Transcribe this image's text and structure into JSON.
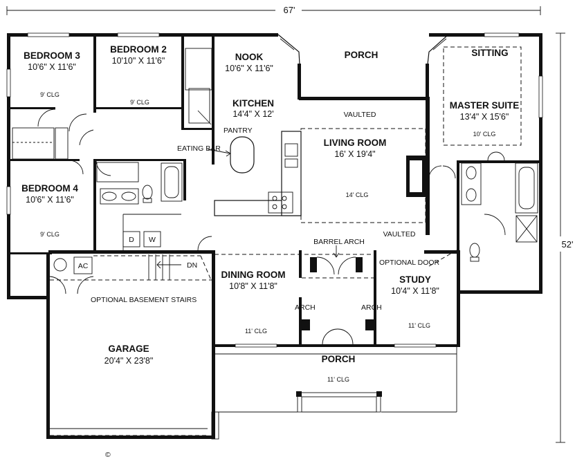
{
  "dimensions": {
    "width_label": "67'",
    "depth_label": "52'"
  },
  "rooms": [
    {
      "id": "bedroom-3",
      "name": "BEDROOM 3",
      "size": "10'6\" X 11'6\"",
      "ceiling": "9' CLG"
    },
    {
      "id": "bedroom-2",
      "name": "BEDROOM 2",
      "size": "10'10\" X 11'6\"",
      "ceiling": "9' CLG"
    },
    {
      "id": "nook",
      "name": "NOOK",
      "size": "10'6\" X 11'6\"",
      "ceiling": ""
    },
    {
      "id": "rear-porch",
      "name": "PORCH",
      "size": "",
      "ceiling": ""
    },
    {
      "id": "sitting",
      "name": "SITTING",
      "size": "",
      "ceiling": ""
    },
    {
      "id": "master-suite",
      "name": "MASTER SUITE",
      "size": "13'4\" X 15'6\"",
      "ceiling": "10' CLG"
    },
    {
      "id": "kitchen",
      "name": "KITCHEN",
      "size": "14'4\" X 12'",
      "ceiling": ""
    },
    {
      "id": "living-room",
      "name": "LIVING ROOM",
      "size": "16' X 19'4\"",
      "ceiling": "14' CLG"
    },
    {
      "id": "bedroom-4",
      "name": "BEDROOM 4",
      "size": "10'6\" X 11'6\"",
      "ceiling": "9' CLG"
    },
    {
      "id": "dining-room",
      "name": "DINING ROOM",
      "size": "10'8\" X 11'8\"",
      "ceiling": "11' CLG"
    },
    {
      "id": "study",
      "name": "STUDY",
      "size": "10'4\" X 11'8\"",
      "ceiling": "11' CLG"
    },
    {
      "id": "garage",
      "name": "GARAGE",
      "size": "20'4\" X 23'8\"",
      "ceiling": ""
    },
    {
      "id": "front-porch",
      "name": "PORCH",
      "size": "",
      "ceiling": "11' CLG"
    }
  ],
  "labels": {
    "pantry": "PANTRY",
    "eating_bar": "EATING BAR",
    "vaulted_1": "VAULTED",
    "vaulted_2": "VAULTED",
    "barrel_arch": "BARREL ARCH",
    "optional_door": "OPTIONAL DOOR",
    "arch_left": "ARCH",
    "arch_right": "ARCH",
    "optional_basement_stairs": "OPTIONAL BASEMENT STAIRS",
    "dn": "DN",
    "ac": "AC",
    "dryer": "D",
    "washer": "W",
    "copyright": "©"
  }
}
